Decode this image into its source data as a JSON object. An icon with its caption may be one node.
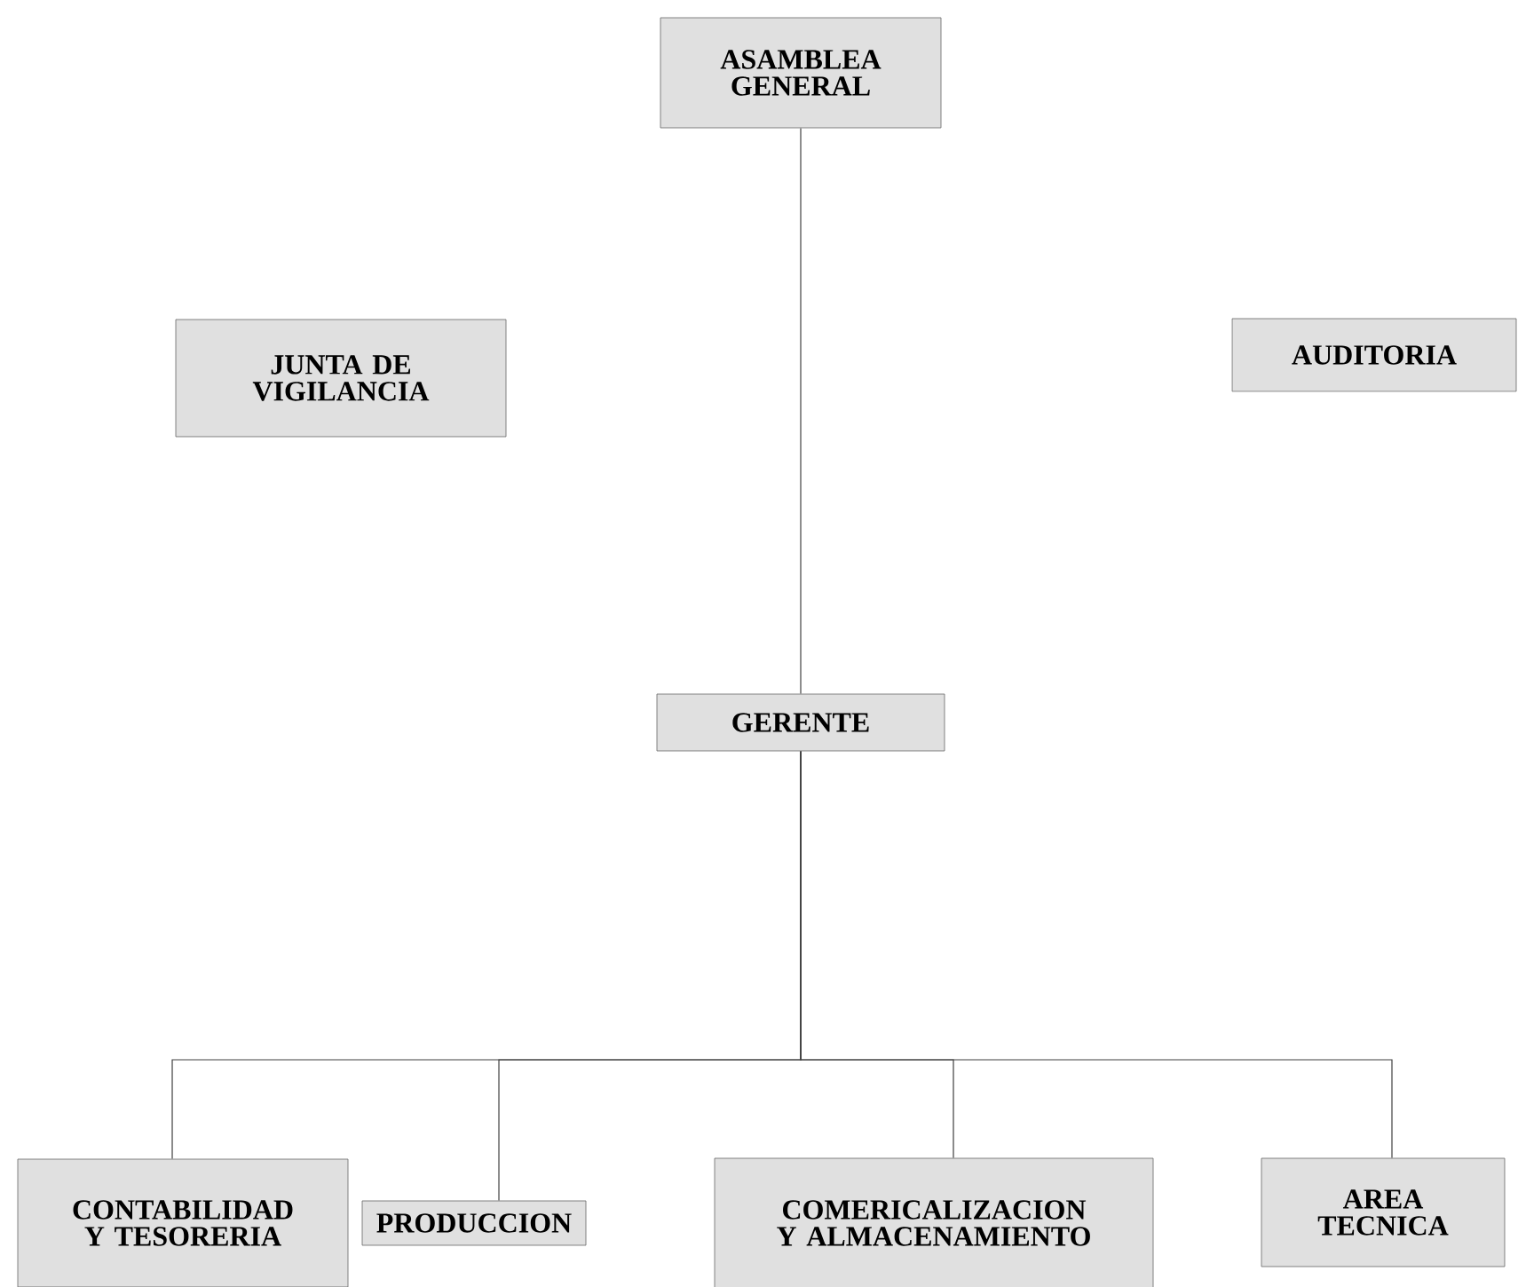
{
  "diagram": {
    "nodes": [
      {
        "text": [
          "ASAMBLEA GENERAL"
        ]
      },
      {
        "text": [
          "JUNTA DE VIGILANCIA"
        ]
      },
      {
        "text": [
          "AUDITORIA"
        ]
      },
      {
        "text": [
          "GERENTE"
        ]
      },
      {
        "text": [
          "CONTABILIDAD Y TESORERIA"
        ]
      },
      {
        "text": [
          "PRODUCCION"
        ]
      },
      {
        "text": [
          "COMERICALIZACION Y ALMACENAMIENTO"
        ]
      },
      {
        "text": [
          "AREA TECNICA"
        ]
      }
    ],
    "edges": [
      {
        "from": 0,
        "to": 3,
        "arrow": "none"
      },
      {
        "from": 3,
        "to": 4,
        "arrow": "none"
      },
      {
        "from": 3,
        "to": 5,
        "arrow": "none"
      },
      {
        "from": 3,
        "to": 6,
        "arrow": "none"
      },
      {
        "from": 3,
        "to": 7,
        "arrow": "none"
      }
    ]
  }
}
